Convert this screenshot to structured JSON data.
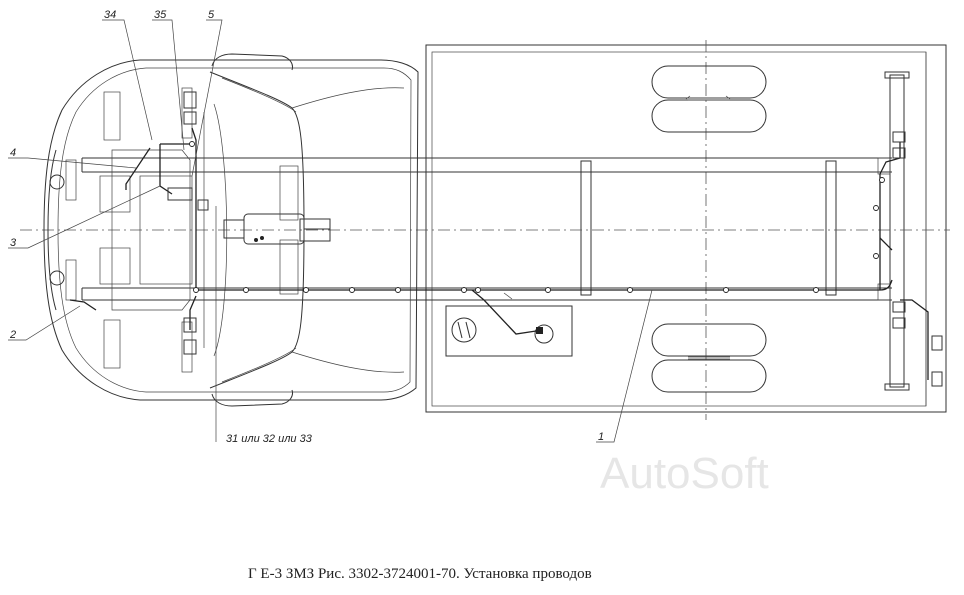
{
  "labels": {
    "l34": "34",
    "l35": "35",
    "l5": "5",
    "l4": "4",
    "l3": "3",
    "l2": "2",
    "l1": "1",
    "l31": "31 или 32 или 33"
  },
  "watermark": "AutoSoft",
  "caption": "Г Е-3 ЗМЗ Рис. 3302-3724001-70. Установка проводов"
}
